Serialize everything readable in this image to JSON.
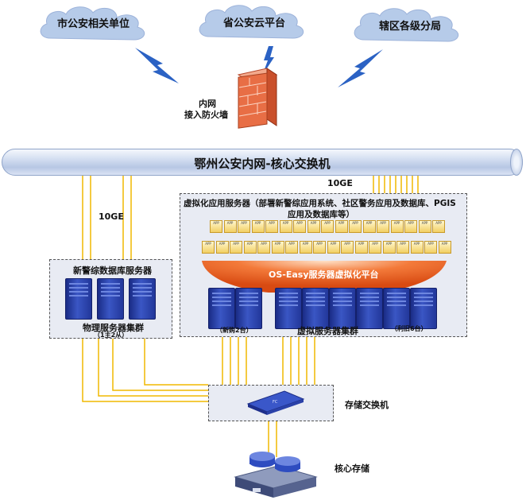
{
  "clouds": [
    {
      "label": "市公安相关单位"
    },
    {
      "label": "省公安云平台"
    },
    {
      "label": "辖区各级分局"
    }
  ],
  "firewall": {
    "line1": "内网",
    "line2": "接入防火墙"
  },
  "backbone": {
    "title": "鄂州公安内网-核心交换机"
  },
  "links": {
    "left_speed": "10GE",
    "right_speed": "10GE"
  },
  "virtual_apps": {
    "title_line1": "虚拟化应用服务器（部署新警综应用系统、社区警务应用及数据库、PGIS",
    "title_line2": "应用及数据库等）",
    "tile_label": "APP"
  },
  "platform": {
    "label": "OS-Easy服务器虚拟化平台"
  },
  "left_cluster": {
    "title": "新警综数据库服务器",
    "caption": "物理服务器集群",
    "sub": "（1主2从）"
  },
  "virtual_cluster": {
    "caption": "虚拟服务器集群",
    "new_note": "（新购2台）",
    "reuse_note": "（利旧6台）"
  },
  "storage_switch": {
    "label": "存储交换机"
  },
  "core_storage": {
    "label": "核心存储"
  },
  "colors": {
    "link": "#f0b800",
    "backbone": "#c3d0ea",
    "server": "#2a41a8",
    "platform": "#e3561e"
  }
}
